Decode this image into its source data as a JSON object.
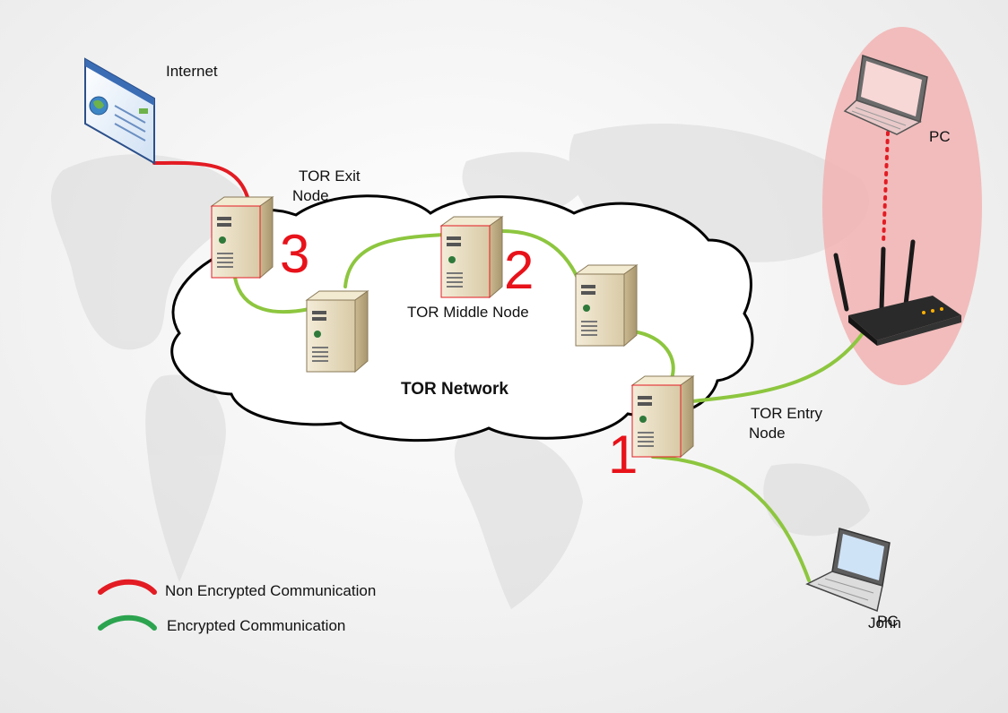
{
  "labels": {
    "internet": "Internet",
    "exit_node_line1": "TOR Exit",
    "exit_node_line2": "Node",
    "middle_node": "TOR Middle Node",
    "network": "TOR Network",
    "entry_node_line1": "TOR Entry",
    "entry_node_line2": "Node",
    "pc_top": "PC",
    "pc_bottom": "PC",
    "john": "John"
  },
  "hop_numbers": {
    "exit": "3",
    "middle": "2",
    "entry": "1"
  },
  "legend": {
    "non_encrypted": "Non Encrypted Communication",
    "encrypted": "Encrypted Communication"
  },
  "colors": {
    "non_encrypted": "#e31b23",
    "encrypted": "#8dc63f",
    "home_zone": "#f2b3b3",
    "cloud_stroke": "#000000",
    "server_body": "#e8dcc0"
  }
}
